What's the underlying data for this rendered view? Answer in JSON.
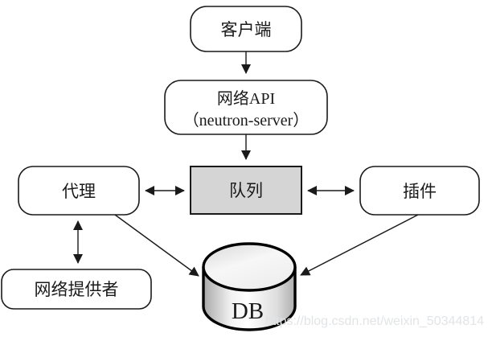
{
  "diagram": {
    "nodes": {
      "client": {
        "label": "客户端"
      },
      "api": {
        "line1": "网络API",
        "line2": "（neutron-server）"
      },
      "agent": {
        "label": "代理"
      },
      "queue": {
        "label": "队列"
      },
      "plugin": {
        "label": "插件"
      },
      "provider": {
        "label": "网络提供者"
      },
      "db": {
        "label": "DB"
      }
    },
    "edges": [
      {
        "from": "客户端",
        "to": "网络API（neutron-server）",
        "type": "arrow"
      },
      {
        "from": "网络API（neutron-server）",
        "to": "队列",
        "type": "arrow"
      },
      {
        "from": "代理",
        "to": "队列",
        "type": "double-arrow"
      },
      {
        "from": "队列",
        "to": "插件",
        "type": "double-arrow"
      },
      {
        "from": "代理",
        "to": "网络提供者",
        "type": "double-arrow"
      },
      {
        "from": "代理",
        "to": "DB",
        "type": "arrow"
      },
      {
        "from": "插件",
        "to": "DB",
        "type": "arrow"
      }
    ],
    "colors": {
      "queue_fill": "#d5d5d5",
      "node_fill": "#ffffff",
      "stroke": "#1a1a1a",
      "watermark": "#e2e4e6"
    },
    "watermark": {
      "text": "https://blog.csdn.net/weixin_50344814"
    }
  }
}
